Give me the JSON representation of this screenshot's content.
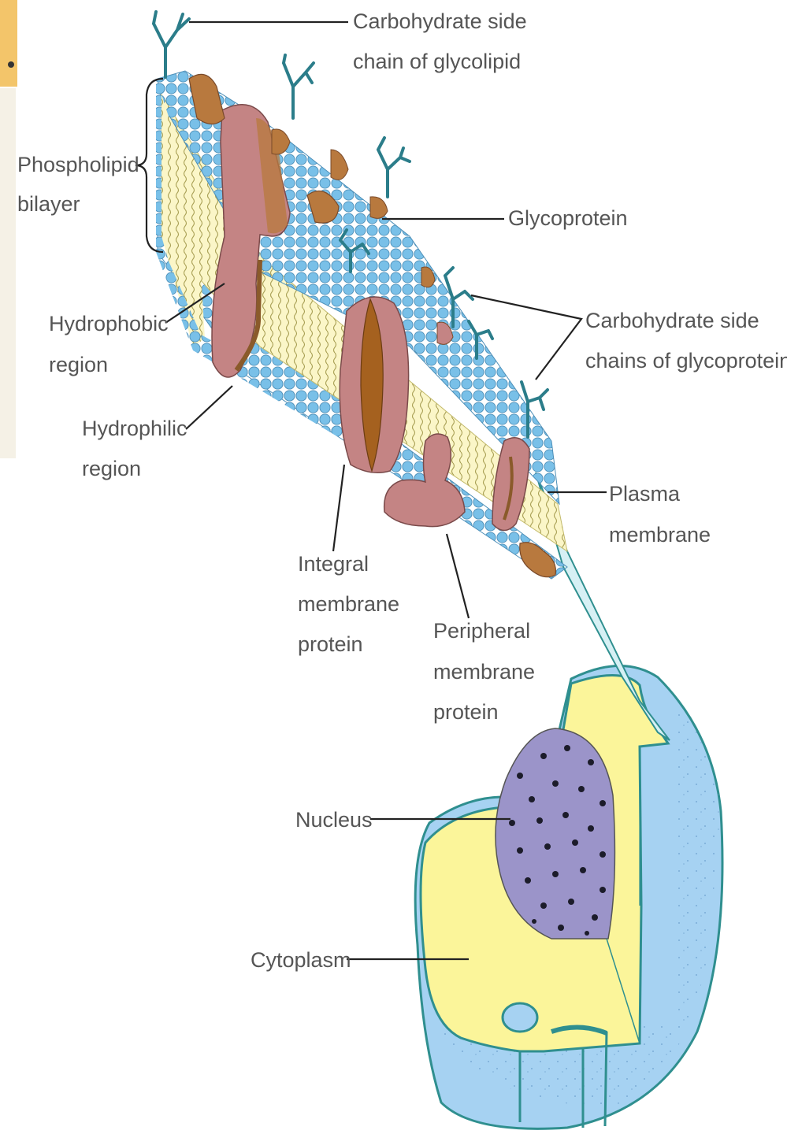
{
  "labels": {
    "carb_glycolipid": [
      "Carbohydrate side",
      "chain of glycolipid"
    ],
    "phospholipid_bilayer": [
      "Phospholipid",
      "bilayer"
    ],
    "glycoprotein": [
      "Glycoprotein"
    ],
    "hydrophobic": [
      "Hydrophobic",
      "region"
    ],
    "carb_glycoproteins": [
      "Carbohydrate side",
      "chains of glycoproteins"
    ],
    "hydrophilic": [
      "Hydrophilic",
      "region"
    ],
    "plasma_membrane": [
      "Plasma",
      "membrane"
    ],
    "integral_protein": [
      "Integral",
      "membrane",
      "protein"
    ],
    "peripheral_protein": [
      "Peripheral",
      "membrane",
      "protein"
    ],
    "nucleus": [
      "Nucleus"
    ],
    "cytoplasm": [
      "Cytoplasm"
    ]
  },
  "colors": {
    "phospholipid_head": "#79c0e8",
    "bilayer_core": "#fbf6c8",
    "protein": "#c48484",
    "glycolipid_protein": "#b8793e",
    "carbohydrate_chain": "#2b7d8a",
    "cytoplasm": "#fbf59a",
    "extracellular": "#a6d2f2",
    "nucleus": "#9b94c9",
    "membrane_outline": "#2f8f8f"
  },
  "icons": {
    "corner_tab": "orange-tab-fragment"
  }
}
